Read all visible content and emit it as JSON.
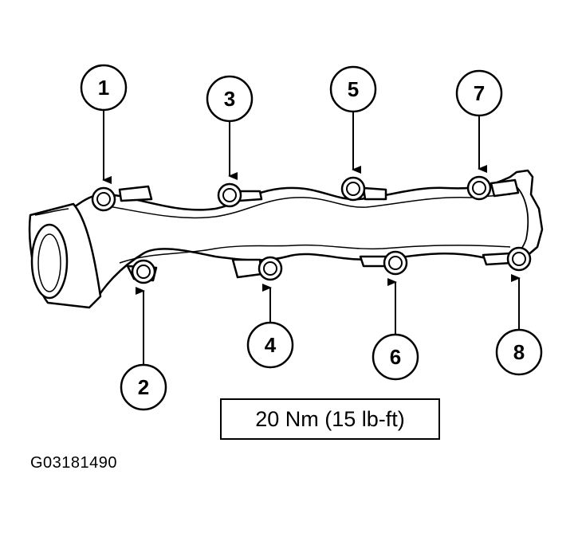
{
  "callouts": [
    {
      "number": "1"
    },
    {
      "number": "2"
    },
    {
      "number": "3"
    },
    {
      "number": "4"
    },
    {
      "number": "5"
    },
    {
      "number": "6"
    },
    {
      "number": "7"
    },
    {
      "number": "8"
    }
  ],
  "torque_spec": "20 Nm (15 lb-ft)",
  "figure_id": "G03181490"
}
